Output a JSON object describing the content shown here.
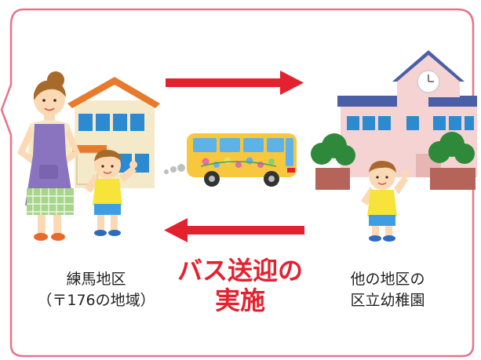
{
  "left_location": {
    "line1": "練馬地区",
    "line2": "（〒176の地域）"
  },
  "right_location": {
    "line1": "他の地区の",
    "line2": "区立幼稚園"
  },
  "caption": {
    "line1": "バス送迎の",
    "line2": "実施"
  },
  "colors": {
    "frame_border": "#e8728a",
    "arrow_red": "#e4212f",
    "caption_red": "#e4212f",
    "bus_yellow": "#f7c73e",
    "house_roof": "#e87a2c",
    "kindergarten_wall": "#f6d3d3",
    "kindergarten_roof": "#4a5fa8",
    "window_blue": "#2c8bd0",
    "tree_green": "#2e8a3a"
  },
  "icons": [
    "mother-illustration",
    "house-illustration",
    "child-illustration",
    "school-bus-illustration",
    "kindergarten-illustration",
    "arrow-right-icon",
    "arrow-left-icon"
  ]
}
